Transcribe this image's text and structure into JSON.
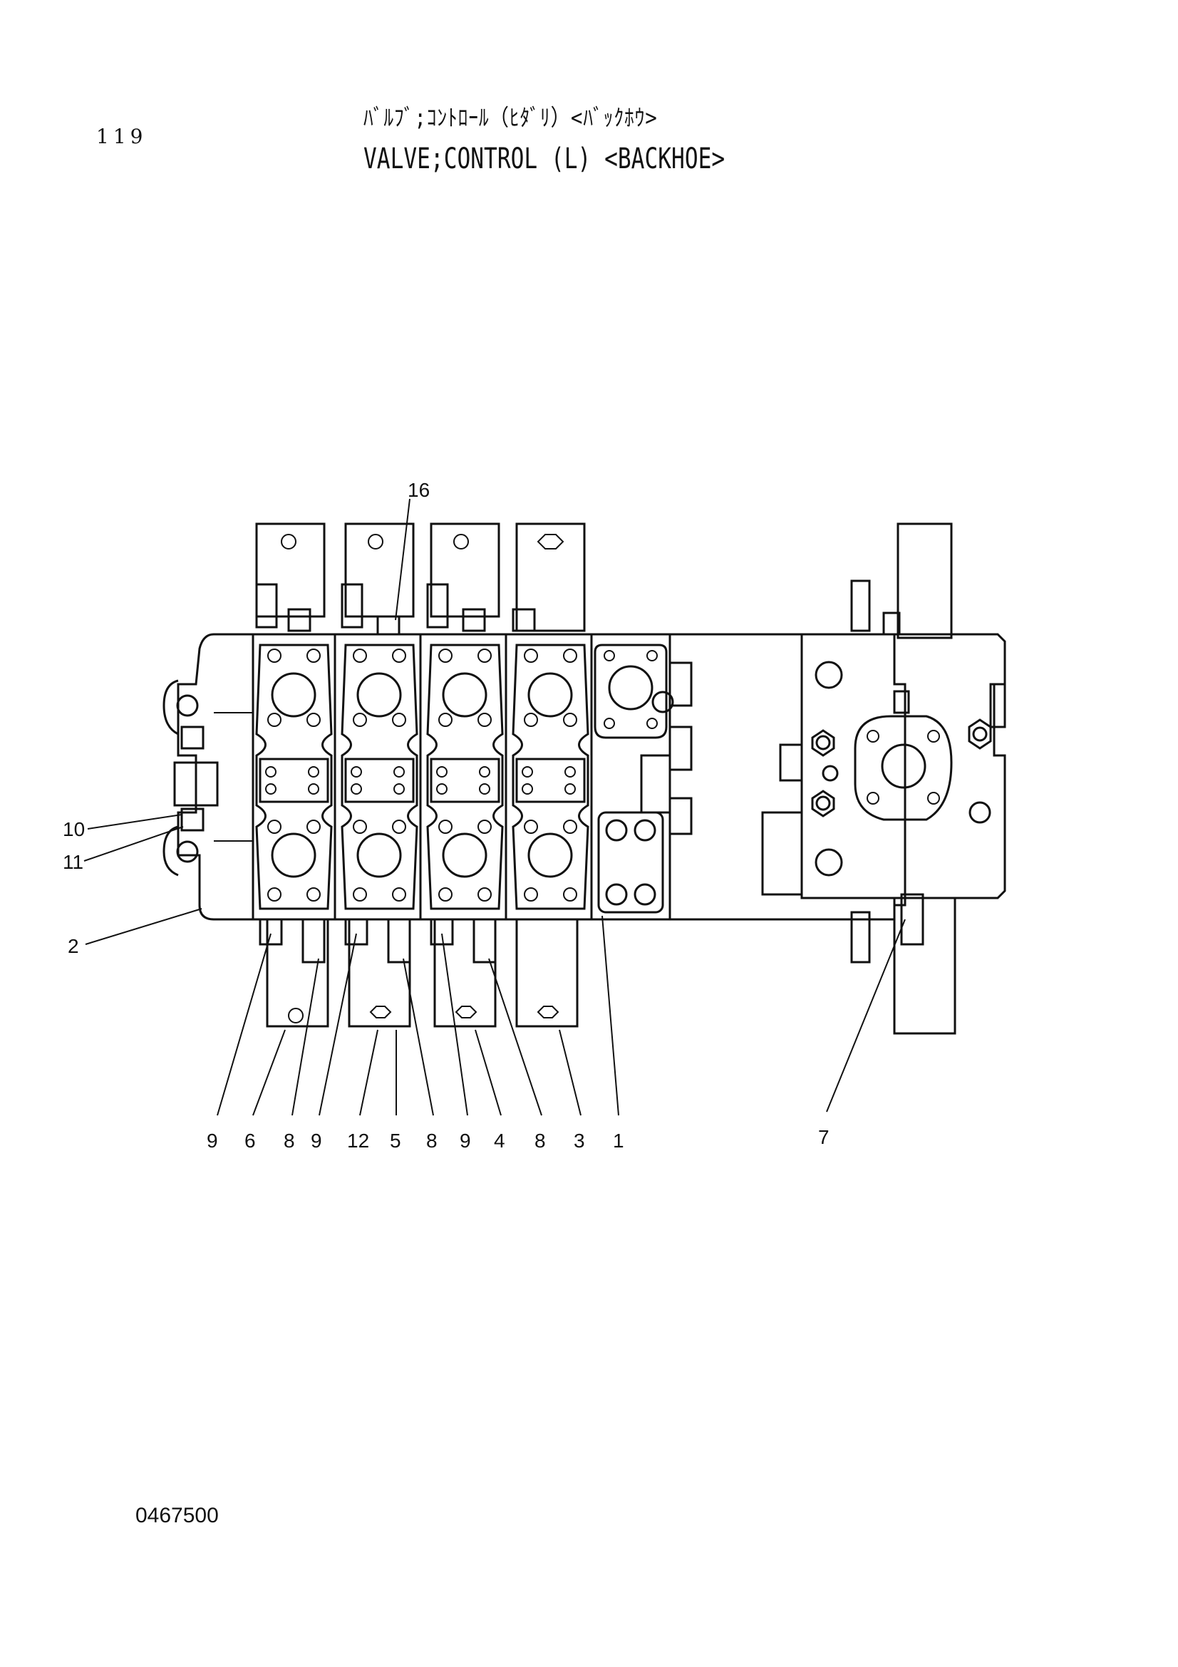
{
  "header": {
    "page_number": "119",
    "title_jp": "ﾊﾞﾙﾌﾞ;ｺﾝﾄﾛｰﾙ（ﾋﾀﾞﾘ）<ﾊﾞｯｸﾎｳ>",
    "title_en": "VALVE;CONTROL (L) <BACKHOE>"
  },
  "footer": {
    "drawing_code": "0467500"
  },
  "callouts": {
    "c16": "16",
    "c10": "10",
    "c11": "11",
    "c2": "2",
    "b9a": "9",
    "b6": "6",
    "b8a": "8",
    "b9b": "9",
    "b12": "12",
    "b5": "5",
    "b8b": "8",
    "b9c": "9",
    "b4": "4",
    "b8c": "8",
    "b3": "3",
    "b1": "1",
    "b7": "7"
  }
}
